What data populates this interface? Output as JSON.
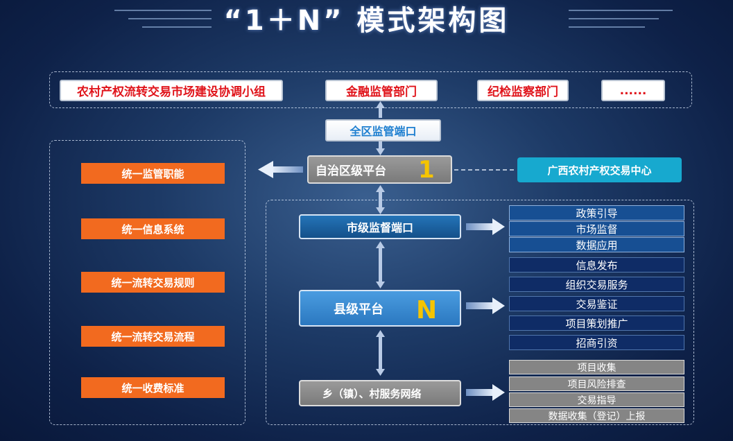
{
  "title": "“1＋N” 模式架构图",
  "top_row": [
    "农村产权流转交易市场建设协调小组",
    "金融监管部门",
    "纪检监察部门",
    "......"
  ],
  "port_label": "全区监管端口",
  "region_platform": {
    "label": "自治区级平台",
    "letter": "1"
  },
  "center_label": "广西农村产权交易中心",
  "unify_items": [
    "统一监管职能",
    "统一信息系统",
    "统一流转交易规则",
    "统一流转交易流程",
    "统一收费标准"
  ],
  "city_port": "市级监督端口",
  "county_platform": {
    "label": "县级平台",
    "letter": "N"
  },
  "village_network": "乡（镇）、村服务网络",
  "city_functions": [
    "政策引导",
    "市场监督",
    "数据应用"
  ],
  "county_functions": [
    "信息发布",
    "组织交易服务",
    "交易鉴证",
    "项目策划推广",
    "招商引资"
  ],
  "village_functions": [
    "项目收集",
    "项目风险排查",
    "交易指导",
    "数据收集（登记）上报"
  ]
}
